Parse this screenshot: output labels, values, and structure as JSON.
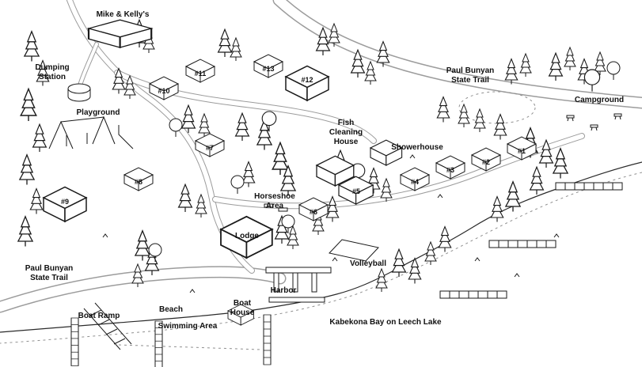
{
  "map": {
    "title": "Kabekona Bay on Leech Lake",
    "cabins": {
      "c1": "#1",
      "c2": "#2",
      "c3": "#3",
      "c4": "#4",
      "c5": "#5",
      "c6": "#6",
      "c7": "#7",
      "c8": "#8",
      "c9": "#9",
      "c10": "#10",
      "c11": "#11",
      "c12": "#12",
      "c13": "#13"
    },
    "places": {
      "mike_kellys": "Mike & Kelly's",
      "dumping_station": "Dumping\nStation",
      "playground": "Playground",
      "paul_bunyan_trail_top": "Paul Bunyan\nState Trail",
      "campground": "Campground",
      "fish_cleaning_house": "Fish\nCleaning\nHouse",
      "showerhouse": "Showerhouse",
      "horseshoe_area": "Horseshoe\nArea",
      "lodge": "Lodge",
      "volleyball": "Volleyball",
      "paul_bunyan_trail_bottom": "Paul Bunyan\nState Trail",
      "beach": "Beach",
      "boat_ramp": "Boat Ramp",
      "boat_house": "Boat\nHouse",
      "harbor": "Harbor",
      "swimming_area": "Swimming Area",
      "bay": "Kabekona Bay on Leech Lake"
    }
  }
}
